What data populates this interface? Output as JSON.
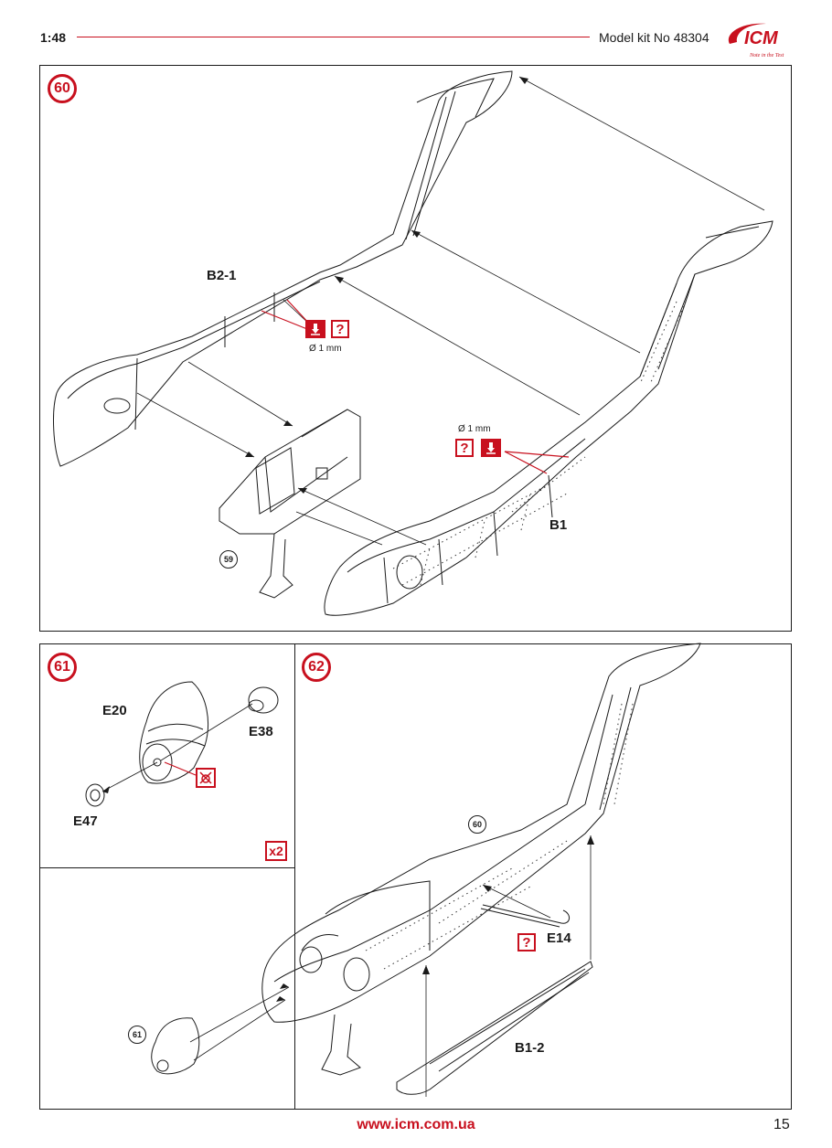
{
  "header": {
    "scale": "1:48",
    "kit": "Model kit No 48304"
  },
  "brand": {
    "name": "ICM",
    "tagline": "Note in the Test",
    "accent": "#c8101e"
  },
  "steps": [
    {
      "number": "60",
      "parts": {
        "fuselage_left": "B2-1",
        "fuselage_right": "B1"
      },
      "ref_step": "59",
      "drill_diameter": "Ø 1 mm",
      "icons": [
        "drill-icon",
        "question-icon"
      ]
    },
    {
      "number": "61",
      "parts": {
        "engine": "E20",
        "rear_part": "E38",
        "front_part": "E47"
      },
      "quantity": "x2",
      "icons": [
        "no-glue-icon"
      ]
    },
    {
      "number": "62",
      "ref_step_top": "60",
      "ref_step_bottom": "61",
      "parts": {
        "handle": "E14",
        "skid": "B1-2"
      },
      "icons": [
        "question-icon"
      ]
    }
  ],
  "footer": {
    "url": "www.icm.com.ua",
    "page": "15"
  }
}
